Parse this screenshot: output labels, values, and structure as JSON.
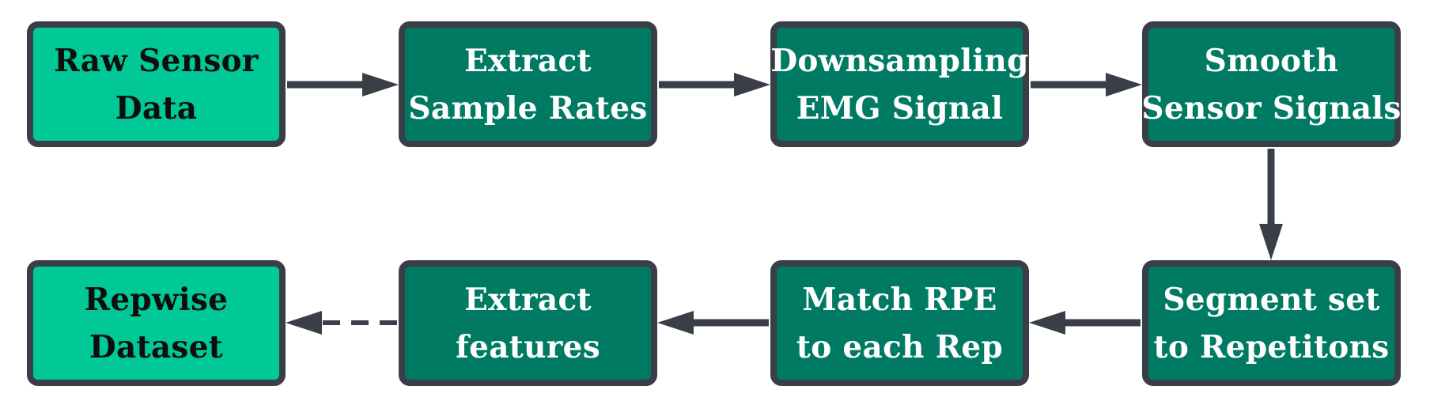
{
  "nodes": [
    {
      "id": "raw",
      "lines": [
        "Raw Sensor",
        "Data"
      ],
      "style": "light"
    },
    {
      "id": "extract-rates",
      "lines": [
        "Extract",
        "Sample Rates"
      ],
      "style": "dark"
    },
    {
      "id": "downsampling",
      "lines": [
        "Downsampling",
        "EMG Signal"
      ],
      "style": "dark"
    },
    {
      "id": "smooth",
      "lines": [
        "Smooth",
        "Sensor Signals"
      ],
      "style": "dark"
    },
    {
      "id": "segment",
      "lines": [
        "Segment set",
        "to Repetitons"
      ],
      "style": "dark"
    },
    {
      "id": "match",
      "lines": [
        "Match RPE",
        "to each Rep"
      ],
      "style": "dark"
    },
    {
      "id": "features",
      "lines": [
        "Extract",
        "features"
      ],
      "style": "dark"
    },
    {
      "id": "dataset",
      "lines": [
        "Repwise",
        "Dataset"
      ],
      "style": "light"
    }
  ],
  "edges": [
    {
      "from": "raw",
      "to": "extract-rates",
      "style": "solid"
    },
    {
      "from": "extract-rates",
      "to": "downsampling",
      "style": "solid"
    },
    {
      "from": "downsampling",
      "to": "smooth",
      "style": "solid"
    },
    {
      "from": "smooth",
      "to": "segment",
      "style": "solid"
    },
    {
      "from": "segment",
      "to": "match",
      "style": "solid"
    },
    {
      "from": "match",
      "to": "features",
      "style": "solid"
    },
    {
      "from": "features",
      "to": "dataset",
      "style": "dashed"
    }
  ],
  "colors": {
    "node_light": "#00c896",
    "node_dark": "#017a64",
    "border": "#3a3f47",
    "arrow": "#3a3f47"
  }
}
